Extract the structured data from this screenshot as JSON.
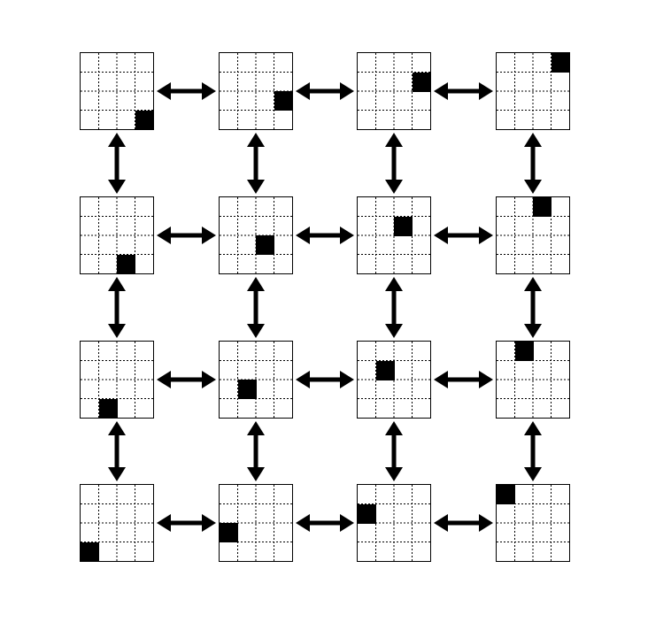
{
  "diagram": {
    "grid_size": 4,
    "colors": {
      "line": "#000000",
      "filled": "#000000",
      "background": "#ffffff"
    },
    "states": [
      [
        {
          "row": 3,
          "col": 3
        },
        {
          "row": 2,
          "col": 3
        },
        {
          "row": 1,
          "col": 3
        },
        {
          "row": 0,
          "col": 3
        }
      ],
      [
        {
          "row": 3,
          "col": 2
        },
        {
          "row": 2,
          "col": 2
        },
        {
          "row": 1,
          "col": 2
        },
        {
          "row": 0,
          "col": 2
        }
      ],
      [
        {
          "row": 3,
          "col": 1
        },
        {
          "row": 2,
          "col": 1
        },
        {
          "row": 1,
          "col": 1
        },
        {
          "row": 0,
          "col": 1
        }
      ],
      [
        {
          "row": 3,
          "col": 0
        },
        {
          "row": 2,
          "col": 0
        },
        {
          "row": 1,
          "col": 0
        },
        {
          "row": 0,
          "col": 0
        }
      ]
    ],
    "connections": {
      "horizontal": "bidirectional",
      "vertical": "bidirectional"
    }
  }
}
